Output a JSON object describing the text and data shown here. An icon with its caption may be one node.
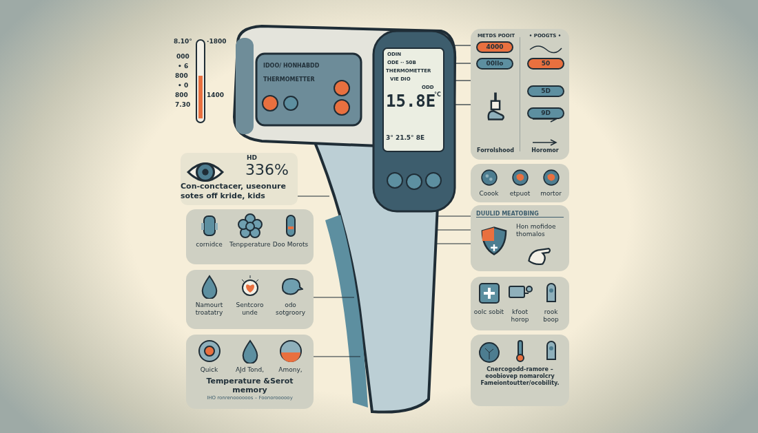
{
  "diagram": {
    "nodes": [
      {
        "text": [],
        "shape": "picture"
      },
      {
        "text": [
          "HD",
          "336%",
          "Con-conctacer, useonure sotes off kride, kids"
        ]
      },
      {
        "text": [
          "cornidce",
          "Tenpperature",
          "Doo Morots"
        ]
      },
      {
        "text": [
          "Namourt troatatry",
          "Sentcoro unde",
          "odo sotgroory"
        ]
      },
      {
        "text": [
          "Quick",
          "AJd Tond,",
          "Amony,",
          "Temperature &Serot memory",
          "IHO ronrenoooooos – Foonoroooooy"
        ]
      },
      {
        "text": [
          "METDS POOIT",
          "Forrolshood",
          "• POOGTS •",
          "Horomor"
        ]
      },
      {
        "text": [
          "4000"
        ],
        "in": 5
      },
      {
        "text": [
          "00llo"
        ],
        "in": 5
      },
      {
        "text": [
          "50"
        ],
        "in": 5
      },
      {
        "text": [
          "5D"
        ],
        "in": 5
      },
      {
        "text": [
          "9D"
        ],
        "in": 5
      },
      {
        "text": [
          "Coook",
          "etpuot",
          "mortor"
        ]
      },
      {
        "text": [
          "DUULID MEATOBING",
          "Hon mofidoe thomalos"
        ]
      },
      {
        "text": [
          "oolc sobit",
          "kfoot horop",
          "rook boop"
        ]
      },
      {
        "text": [
          "Cnercogodd-ramore – eoobiovep nomarolcry",
          "Fameiontoutter/ocobility."
        ]
      }
    ],
    "edges": [
      {
        "from": 1,
        "to": 0,
        "arrow": "none"
      },
      {
        "from": 3,
        "to": 0,
        "arrow": "none"
      },
      {
        "from": 4,
        "to": 0,
        "arrow": "none"
      },
      {
        "from": 6,
        "to": 0,
        "arrow": "none"
      },
      {
        "from": 7,
        "to": 0,
        "arrow": "none"
      },
      {
        "from": 5,
        "to": 0,
        "arrow": "none"
      },
      {
        "from": 5,
        "to": 0,
        "arrow": "none"
      },
      {
        "from": 12,
        "to": 0,
        "arrow": "none"
      },
      {
        "from": 12,
        "to": 0,
        "arrow": "none"
      },
      {
        "from": 12,
        "to": 0,
        "arrow": "none"
      }
    ],
    "labels": [
      "8.10°",
      "·1800",
      "000",
      "• 6",
      "800",
      "• 0",
      "800",
      "1400",
      "7.30",
      "IDOO/ HONHABDD",
      "THERMOMETTER",
      "ODIN",
      "ODE ·· 50B",
      "THERMOMETTER",
      "VIE DIO",
      "ODD",
      "15.8E",
      "°C",
      "3° 21.5° 8E"
    ]
  }
}
